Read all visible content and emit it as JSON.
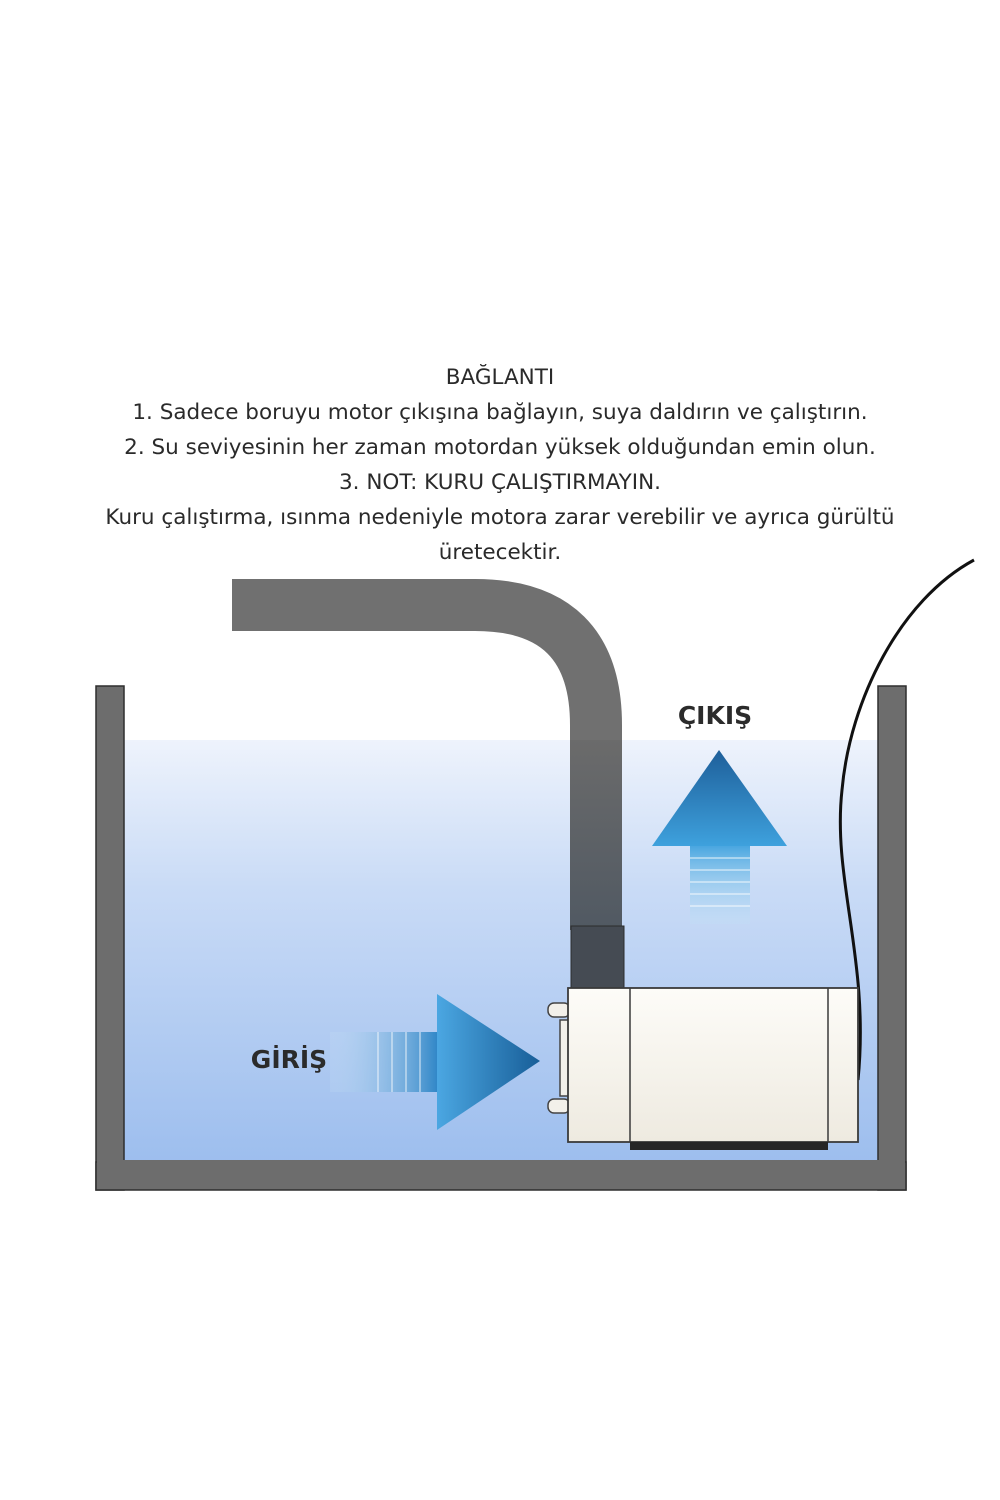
{
  "instructions": {
    "heading": "BAĞLANTI",
    "step1": "1. Sadece boruyu motor çıkışına bağlayın, suya daldırın ve çalıştırın.",
    "step2": "2. Su seviyesinin her zaman motordan yüksek olduğundan emin olun.",
    "step3": "3. NOT: KURU ÇALIŞTIRMAYIN.",
    "warning": "Kuru çalıştırma, ısınma nedeniyle motora zarar verebilir ve ayrıca gürültü üretecektir."
  },
  "labels": {
    "outlet": "ÇIKIŞ",
    "inlet": "GİRİŞ"
  },
  "colors": {
    "tank_wall": "#6d6d6d",
    "tank_outline": "#333333",
    "water_top": "#e6eefb",
    "water_bottom": "#9fc0ee",
    "pipe": "#6f6f6f",
    "pump_body": "#f8f6ef",
    "arrow_dark": "#1c6aa6",
    "arrow_light": "#4aa6e0",
    "cable": "#111111"
  },
  "icons": {
    "outlet_arrow": "arrow-up-icon",
    "inlet_arrow": "arrow-right-icon"
  }
}
